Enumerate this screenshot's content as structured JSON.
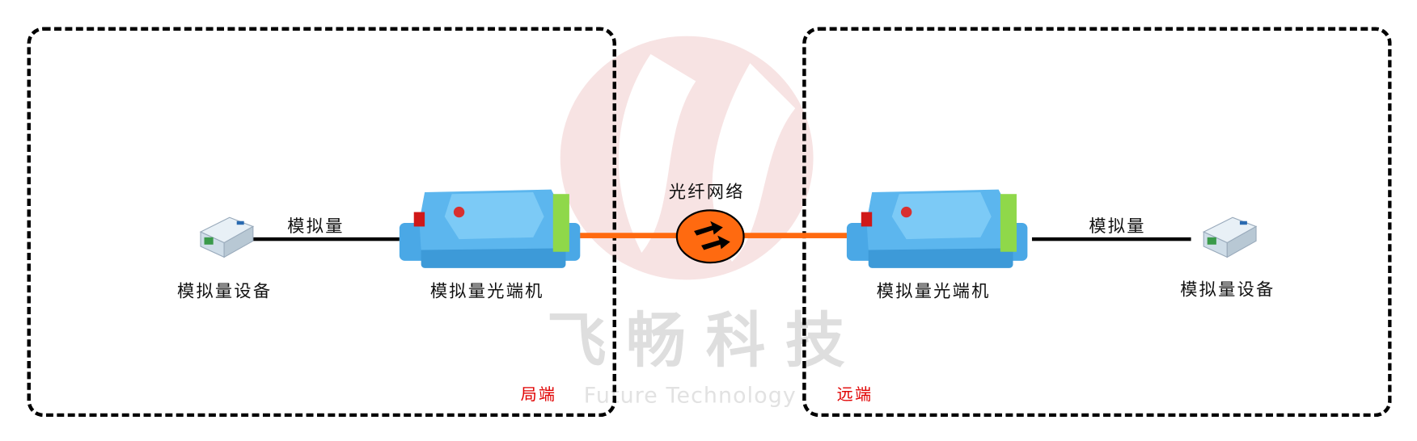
{
  "local": {
    "device_label": "模拟量设备",
    "link_label": "模拟量",
    "converter_label": "模拟量光端机",
    "side_label": "局端"
  },
  "network": {
    "label": "光纤网络"
  },
  "remote": {
    "device_label": "模拟量设备",
    "link_label": "模拟量",
    "converter_label": "模拟量光端机",
    "side_label": "远端"
  },
  "watermark": {
    "cn": "飞畅科技",
    "en": "Future Technology"
  },
  "colors": {
    "fiber": "#ff6a10",
    "network_cloud": "#ff6a10",
    "device_blue": "#4aa8e6",
    "side_label": "#e00000",
    "watermark_logo": "#f6dcdc"
  }
}
